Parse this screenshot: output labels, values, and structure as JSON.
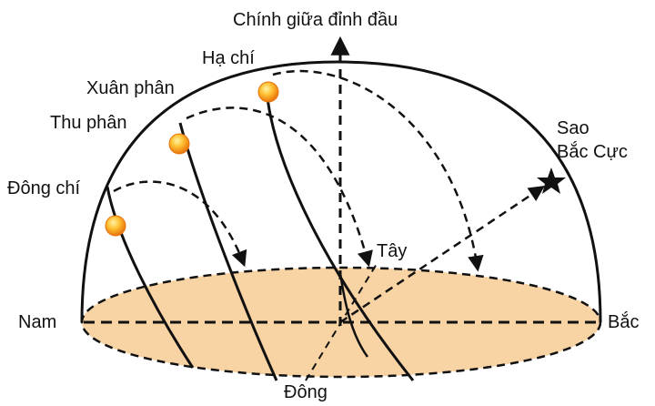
{
  "labels": {
    "zenith": "Chính giữa đỉnh đầu",
    "summer_solstice": "Hạ chí",
    "spring_equinox": "Xuân phân",
    "autumn_equinox": "Thu phân",
    "winter_solstice": "Đông chí",
    "polaris_line1": "Sao",
    "polaris_line2": "Bắc Cực",
    "west": "Tây",
    "south": "Nam",
    "north": "Bắc",
    "east": "Đông"
  },
  "colors": {
    "ground_fill": "#f8d3a4",
    "stroke": "#111111",
    "sun_core": "#ffd34a",
    "sun_edge": "#e8740c"
  },
  "icons": {
    "sun": "sun-icon",
    "polaris": "star-icon"
  }
}
